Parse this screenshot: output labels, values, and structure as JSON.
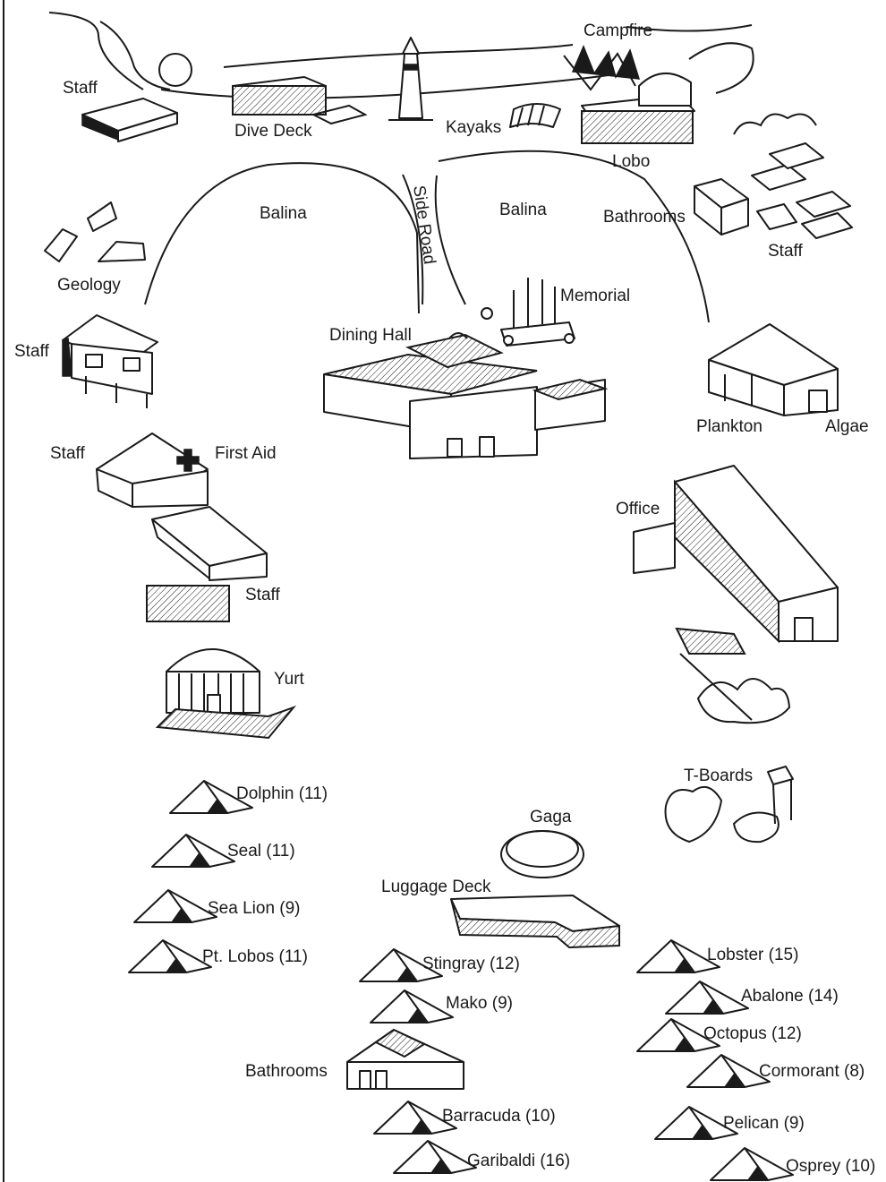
{
  "labels": {
    "staff_top_left": "Staff",
    "dive_deck": "Dive Deck",
    "kayaks": "Kayaks",
    "campfire": "Campfire",
    "lobo": "Lobo",
    "balina_left": "Balina",
    "balina_right": "Balina",
    "side_road": "Side Road",
    "bathrooms_top": "Bathrooms",
    "staff_top_right": "Staff",
    "geology": "Geology",
    "memorial": "Memorial",
    "dining_hall": "Dining Hall",
    "staff_left": "Staff",
    "plankton": "Plankton",
    "algae": "Algae",
    "staff_first_aid": "Staff",
    "first_aid": "First Aid",
    "office": "Office",
    "staff_mid": "Staff",
    "yurt": "Yurt",
    "t_boards": "T-Boards",
    "gaga": "Gaga",
    "luggage_deck": "Luggage Deck",
    "bathrooms_bottom": "Bathrooms"
  },
  "tents": [
    {
      "id": "dolphin",
      "label": "Dolphin (11)"
    },
    {
      "id": "seal",
      "label": "Seal (11)"
    },
    {
      "id": "sea_lion",
      "label": "Sea Lion (9)"
    },
    {
      "id": "pt_lobos",
      "label": "Pt. Lobos (11)"
    },
    {
      "id": "stingray",
      "label": "Stingray (12)"
    },
    {
      "id": "mako",
      "label": "Mako (9)"
    },
    {
      "id": "barracuda",
      "label": "Barracuda (10)"
    },
    {
      "id": "garibaldi",
      "label": "Garibaldi (16)"
    },
    {
      "id": "lobster",
      "label": "Lobster (15)"
    },
    {
      "id": "abalone",
      "label": "Abalone (14)"
    },
    {
      "id": "octopus",
      "label": "Octopus (12)"
    },
    {
      "id": "cormorant",
      "label": "Cormorant (8)"
    },
    {
      "id": "pelican",
      "label": "Pelican (9)"
    },
    {
      "id": "osprey",
      "label": "Osprey (10)"
    }
  ]
}
